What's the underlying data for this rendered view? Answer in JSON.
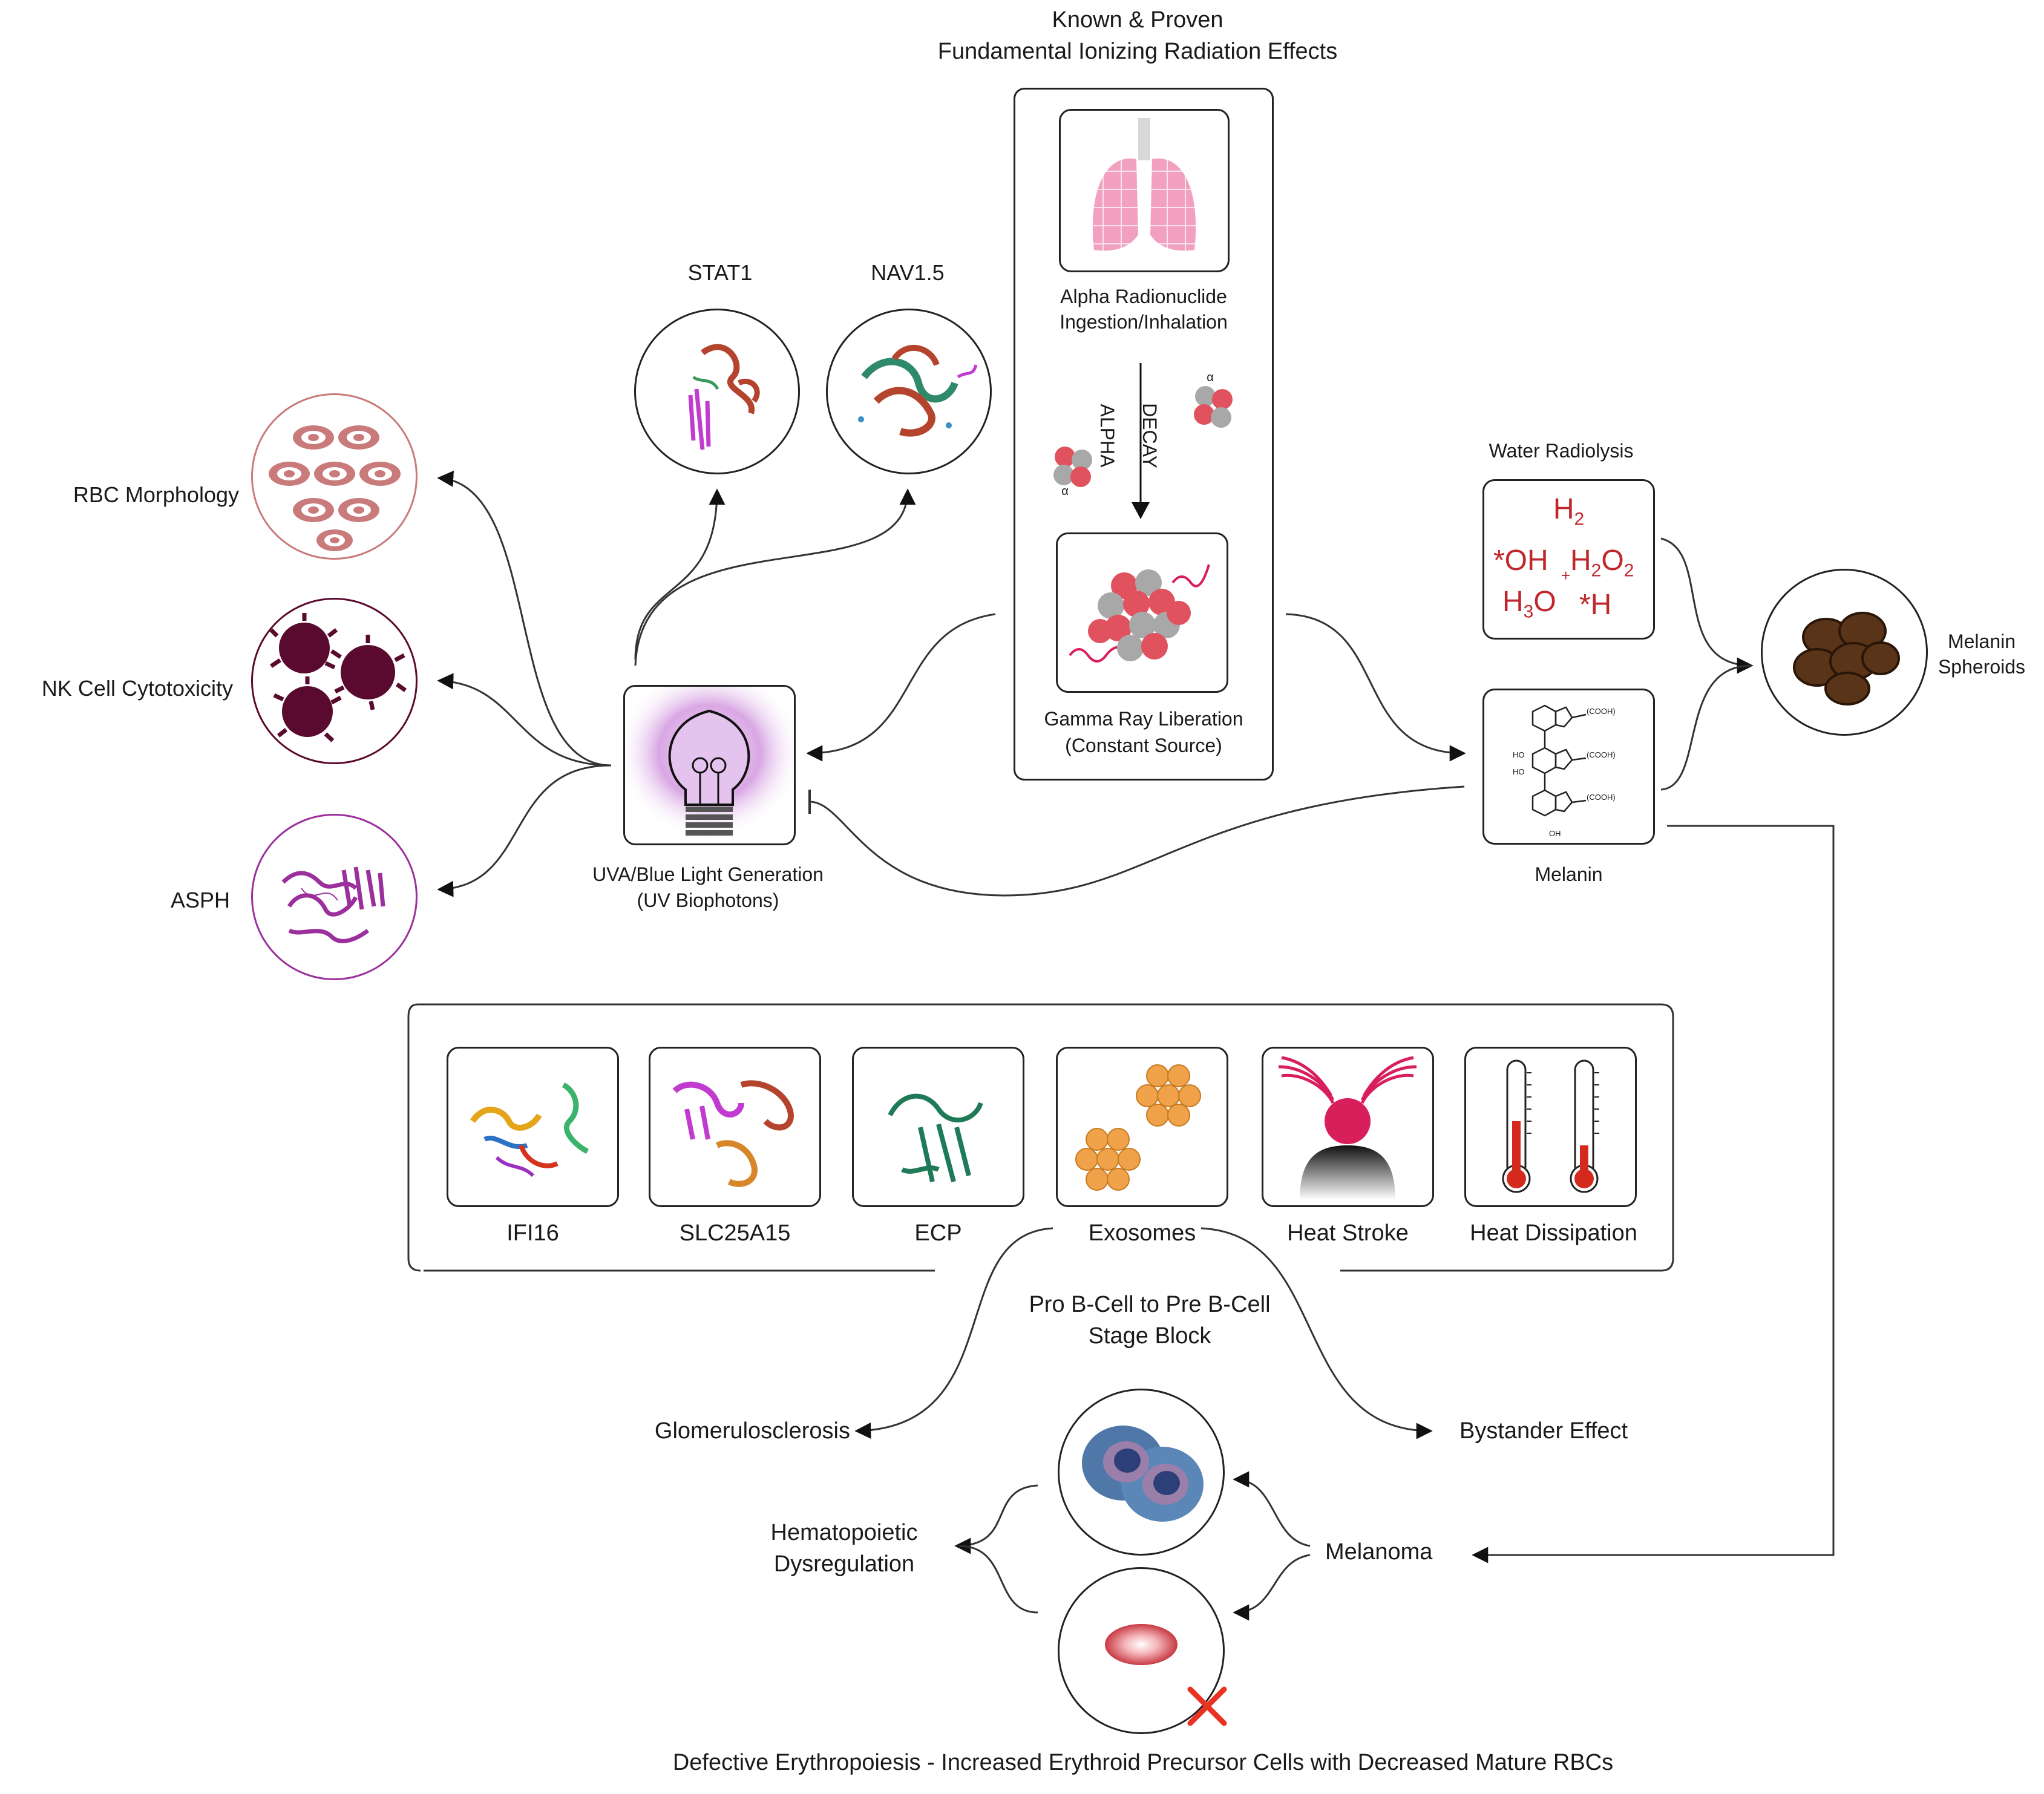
{
  "header": {
    "line1": "Known & Proven",
    "line2": "Fundamental Ionizing Radiation Effects"
  },
  "radiation_box": {
    "alpha_line1": "Alpha Radionuclide",
    "alpha_line2": "Ingestion/Inhalation",
    "decay_line1": "ALPHA",
    "decay_line2": "DECAY",
    "particle_label": "α",
    "gamma_line1": "Gamma Ray Liberation",
    "gamma_line2": "(Constant Source)"
  },
  "proteins_top": {
    "stat1": "STAT1",
    "nav15": "NAV1.5"
  },
  "left_effects": {
    "rbc": "RBC Morphology",
    "nk": "NK Cell Cytotoxicity",
    "asph": "ASPH"
  },
  "light": {
    "line1": "UVA/Blue Light Generation",
    "line2": "(UV Biophotons)"
  },
  "water": {
    "title": "Water Radiolysis",
    "h2": "H",
    "h2_sub": "2",
    "oh": "*OH",
    "plus": "+",
    "h2o2_a": "H",
    "h2o2_sub1": "2",
    "h2o2_b": "O",
    "h2o2_sub2": "2",
    "h3o_a": "H",
    "h3o_sub": "3",
    "h3o_b": "O",
    "h": "*H"
  },
  "melanin": {
    "label": "Melanin",
    "cooh": "(COOH)",
    "ho": "HO",
    "oh": "OH"
  },
  "spheroids": {
    "line1": "Melanin",
    "line2": "Spheroids"
  },
  "panel": {
    "items": [
      "IFI16",
      "SLC25A15",
      "ECP",
      "Exosomes",
      "Heat Stroke",
      "Heat Dissipation"
    ]
  },
  "outcomes": {
    "pro_b_line1": "Pro B-Cell to Pre B-Cell",
    "pro_b_line2": "Stage Block",
    "glomerulo": "Glomerulosclerosis",
    "bystander": "Bystander Effect",
    "hemato_line1": "Hematopoietic",
    "hemato_line2": "Dysregulation",
    "melanoma": "Melanoma",
    "defective": "Defective Erythropoiesis - Increased Erythroid Precursor Cells with Decreased Mature RBCs"
  },
  "colors": {
    "rbc": "#c97a7a",
    "nk": "#5a0a2e",
    "asph": "#9b2f9b",
    "water_text": "#c0272d",
    "lung": "#f08fb5",
    "nucleus_red": "#e0525e",
    "nucleus_grey": "#a8a8a8",
    "melanin_brown": "#5a3418",
    "exosome": "#f0a24a",
    "heat_magenta": "#d81e5b",
    "thermo_red": "#d42a1e",
    "x_red": "#e83222"
  }
}
